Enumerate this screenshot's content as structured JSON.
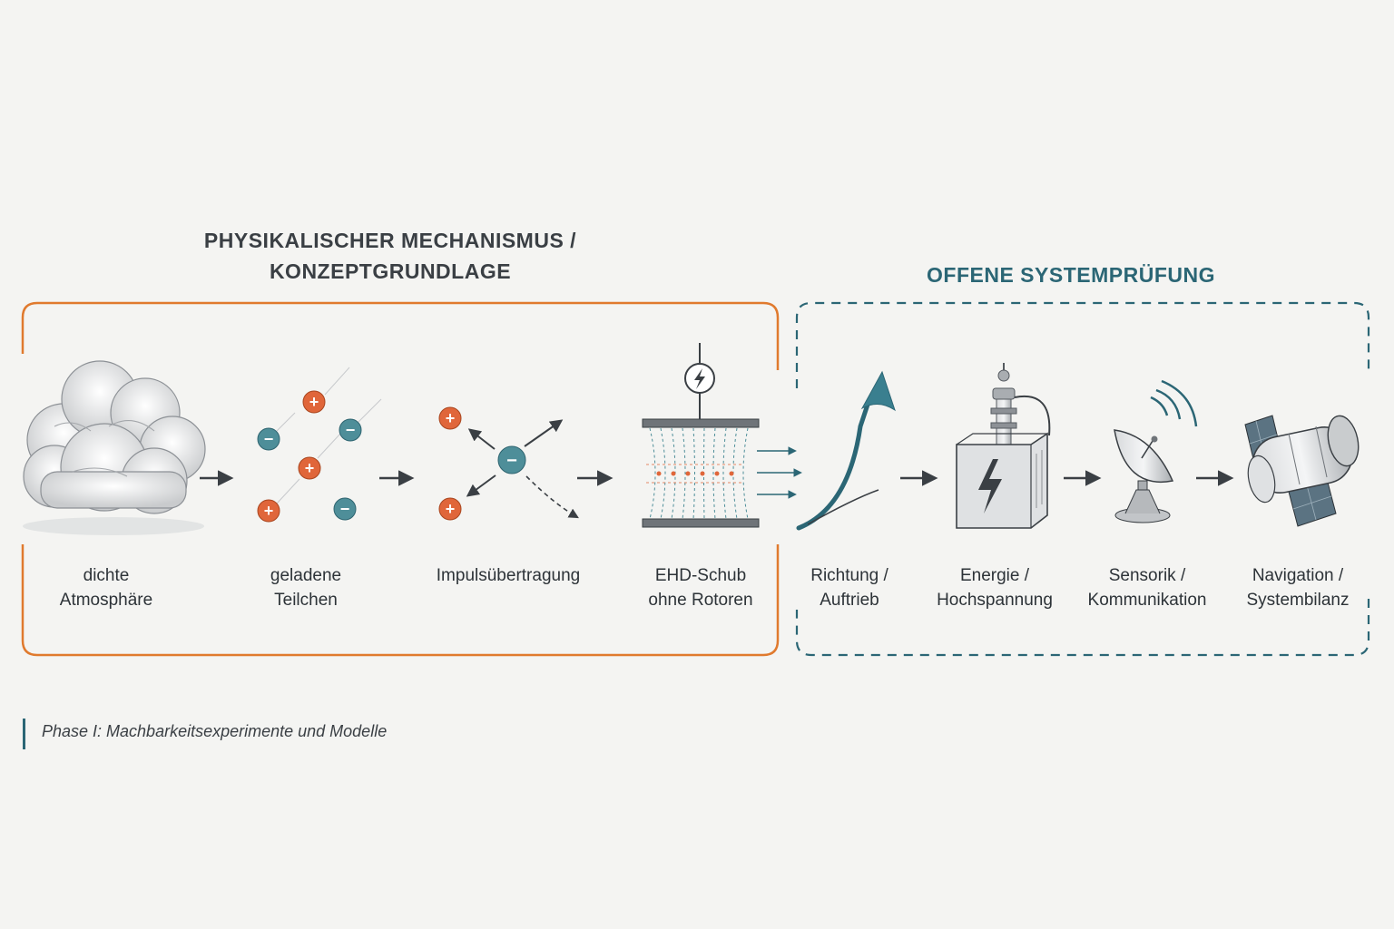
{
  "sections": {
    "left_title": [
      "PHYSIKALISCHER MECHANISMUS /",
      "KONZEPTGRUNDLAGE"
    ],
    "right_title": "OFFENE SYSTEMPRÜFUNG"
  },
  "steps": [
    {
      "lines": [
        "dichte",
        "Atmosphäre"
      ]
    },
    {
      "lines": [
        "geladene",
        "Teilchen"
      ]
    },
    {
      "lines": [
        "Impulsübertragung"
      ]
    },
    {
      "lines": [
        "EHD-Schub",
        "ohne Rotoren"
      ]
    },
    {
      "lines": [
        "Richtung /",
        "Auftrieb"
      ]
    },
    {
      "lines": [
        "Energie /",
        "Hochspannung"
      ]
    },
    {
      "lines": [
        "Sensorik /",
        "Kommunikation"
      ]
    },
    {
      "lines": [
        "Navigation /",
        "Systembilanz"
      ]
    }
  ],
  "caption": "Phase I: Machbarkeitsexperimente und Modelle",
  "colors": {
    "left_frame": "#e07a2e",
    "right_frame": "#2b6675",
    "positive": "#e0663a",
    "negative": "#4e8e99",
    "arrow": "#3a3f44"
  },
  "icons": [
    "cloud-icon",
    "particles-icon",
    "collision-icon",
    "ehd-thruster-icon",
    "lift-arrow-icon",
    "high-voltage-box-icon",
    "satellite-dish-icon",
    "spacecraft-icon"
  ]
}
